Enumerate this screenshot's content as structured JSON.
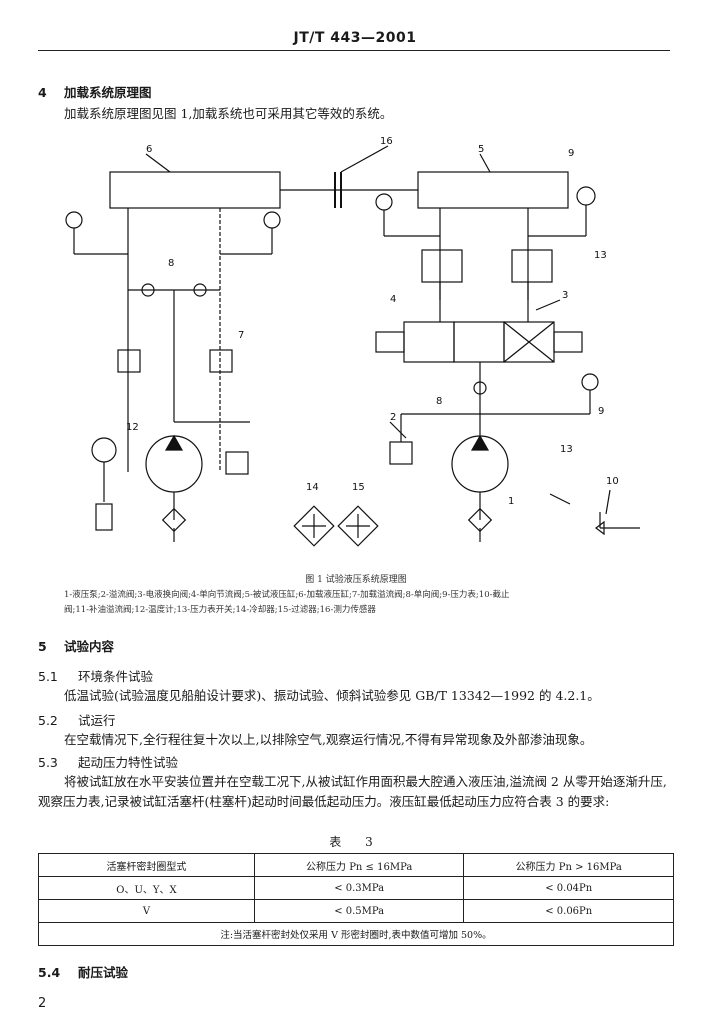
{
  "header": {
    "standard_code": "JT/T 443—2001"
  },
  "section4": {
    "number": "4",
    "title": "加载系统原理图",
    "text": "加载系统原理图见图 1,加载系统也可采用其它等效的系统。"
  },
  "figure": {
    "labels": {
      "l1": "1",
      "l2": "2",
      "l3": "3",
      "l4": "4",
      "l5": "5",
      "l6": "6",
      "l7": "7",
      "l8a": "8",
      "l8b": "8",
      "l9a": "9",
      "l9b": "9",
      "l10": "10",
      "l12": "12",
      "l13a": "13",
      "l13b": "13",
      "l14": "14",
      "l15": "15",
      "l16": "16"
    },
    "caption": "图 1 试验液压系统原理图",
    "legend_line1": "1-液压泵;2-溢流阀;3-电液换向阀;4-单向节流阀;5-被试液压缸;6-加载液压缸;7-加载溢流阀;8-单向阀;9-压力表;10-截止",
    "legend_line2": "阀;11-补油溢流阀;12-温度计;13-压力表开关;14-冷却器;15-过滤器;16-测力传感器"
  },
  "section5": {
    "number": "5",
    "title": "试验内容"
  },
  "s51": {
    "number": "5.1",
    "title": "环境条件试验",
    "text": "低温试验(试验温度见船舶设计要求)、振动试验、倾斜试验参见 GB/T 13342—1992 的 4.2.1。"
  },
  "s52": {
    "number": "5.2",
    "title": "试运行",
    "text": "在空载情况下,全行程往复十次以上,以排除空气,观察运行情况,不得有异常现象及外部渗油现象。"
  },
  "s53": {
    "number": "5.3",
    "title": "起动压力特性试验",
    "text": "将被试缸放在水平安装位置并在空载工况下,从被试缸作用面积最大腔通入液压油,溢流阀 2 从零开始逐渐升压,观察压力表,记录被试缸活塞杆(柱塞杆)起动时间最低起动压力。液压缸最低起动压力应符合表 3 的要求:"
  },
  "table3": {
    "title": "表 3",
    "headers": [
      "活塞杆密封圈型式",
      "公称压力 Pn ≤ 16MPa",
      "公称压力 Pn > 16MPa"
    ],
    "rows": [
      [
        "O、U、Y、X",
        "< 0.3MPa",
        "< 0.04Pn"
      ],
      [
        "V",
        "< 0.5MPa",
        "< 0.06Pn"
      ]
    ],
    "note": "注:当活塞杆密封处仅采用 V 形密封圈时,表中数值可增加 50%。"
  },
  "s54": {
    "number": "5.4",
    "title": "耐压试验"
  },
  "page_number": "2"
}
